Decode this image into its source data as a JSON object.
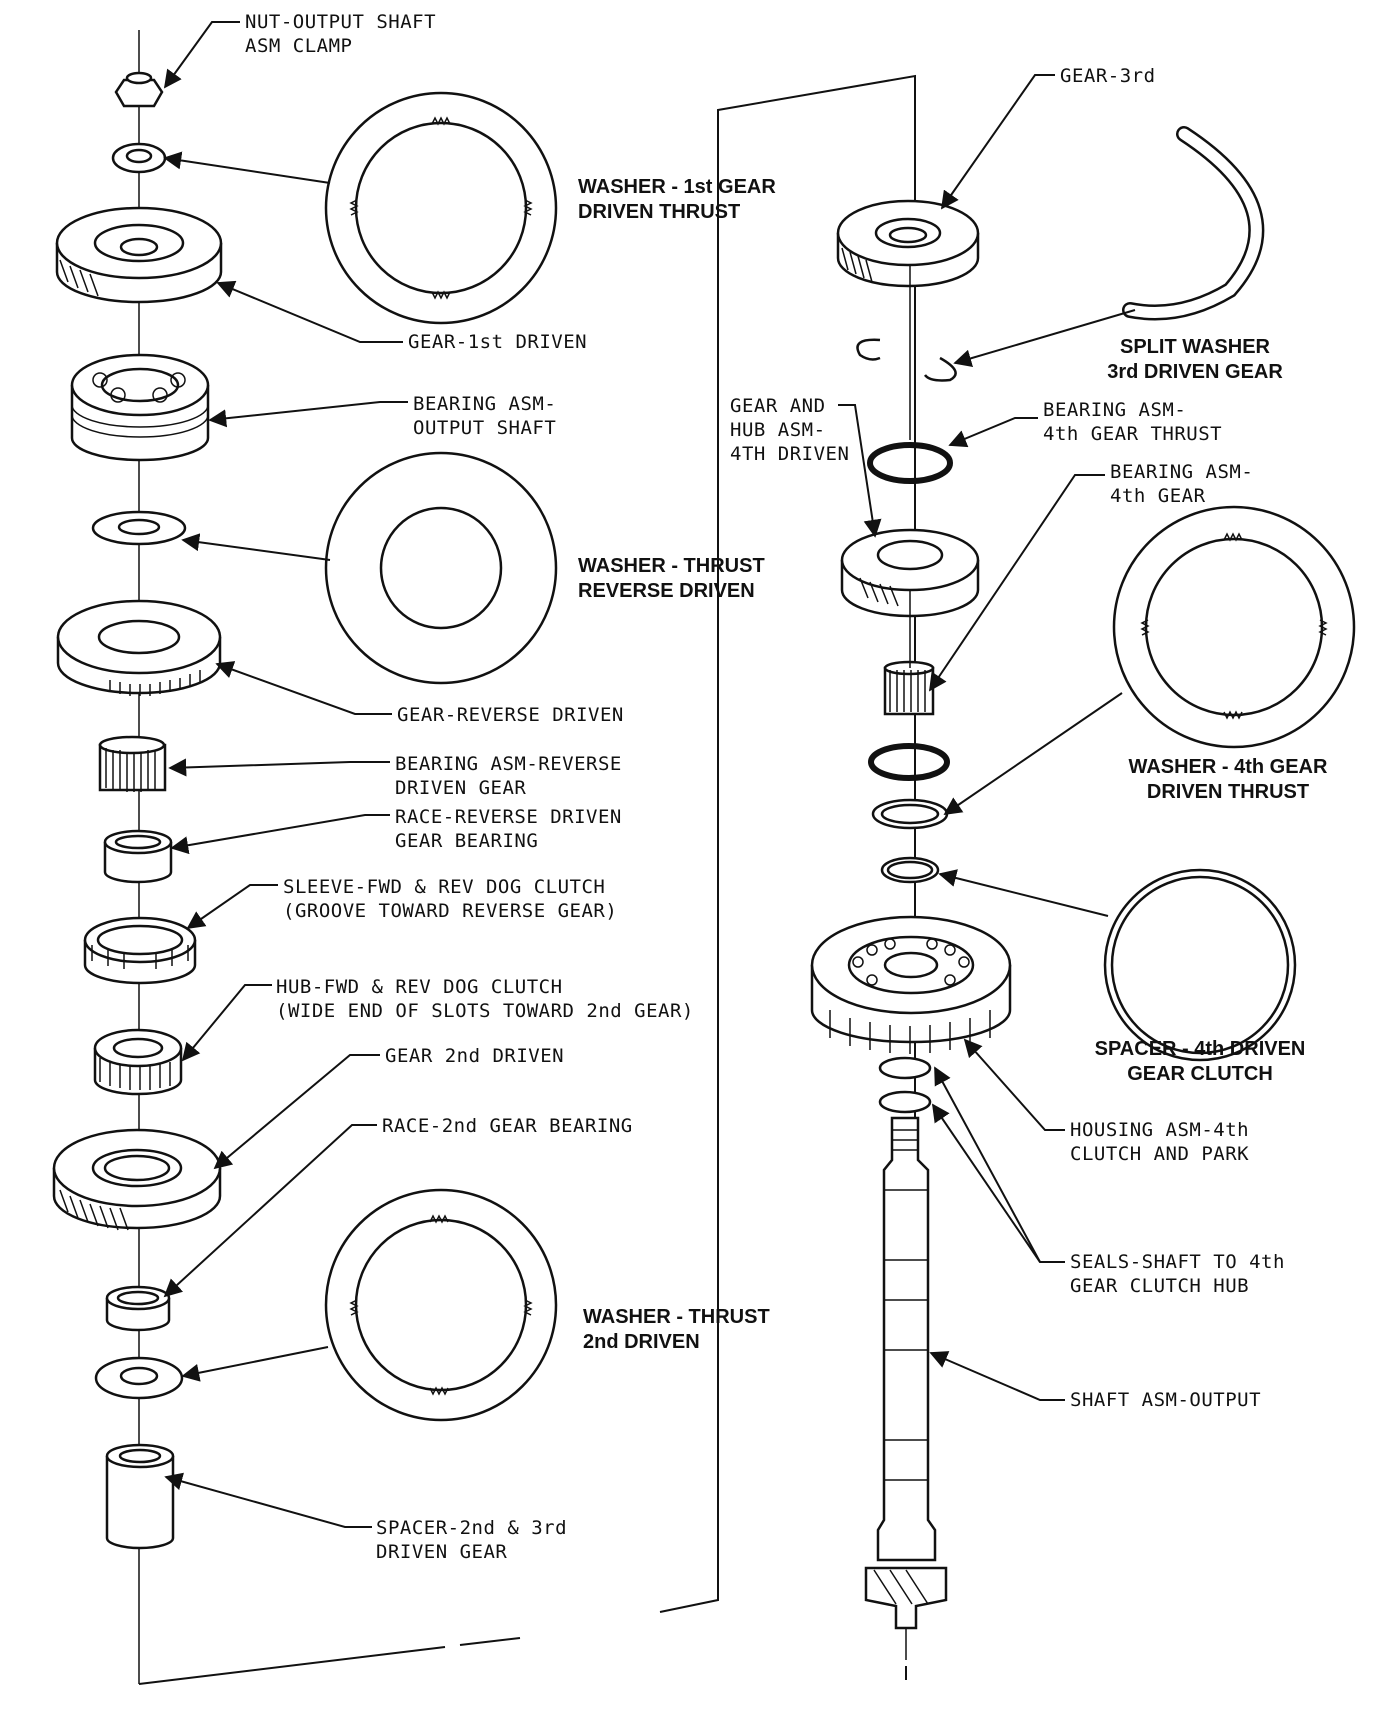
{
  "labels": {
    "nut": "NUT-OUTPUT SHAFT\nASM CLAMP",
    "gear1": "GEAR-1st DRIVEN",
    "bearing_out": "BEARING ASM-\nOUTPUT SHAFT",
    "gear_rev": "GEAR-REVERSE DRIVEN",
    "bearing_rev": "BEARING ASM-REVERSE\nDRIVEN GEAR",
    "race_rev": "RACE-REVERSE DRIVEN\nGEAR BEARING",
    "sleeve": "SLEEVE-FWD & REV DOG CLUTCH\n(GROOVE TOWARD REVERSE GEAR)",
    "hub": "HUB-FWD & REV DOG CLUTCH\n(WIDE END OF SLOTS TOWARD 2nd GEAR)",
    "gear2": "GEAR 2nd DRIVEN",
    "race2": "RACE-2nd GEAR BEARING",
    "spacer23": "SPACER-2nd & 3rd\nDRIVEN GEAR",
    "gear3": "GEAR-3rd",
    "gear_hub4": "GEAR AND\nHUB ASM-\n4TH DRIVEN",
    "bearing4_thrust": "BEARING ASM-\n4th GEAR THRUST",
    "bearing4": "BEARING ASM-\n4th GEAR",
    "housing": "HOUSING ASM-4th\nCLUTCH AND PARK",
    "seals": "SEALS-SHAFT TO 4th\nGEAR CLUTCH HUB",
    "shaft": "SHAFT ASM-OUTPUT"
  },
  "callouts": {
    "washer1": "WASHER - 1st GEAR\nDRIVEN THRUST",
    "washer_rev": "WASHER - THRUST\nREVERSE DRIVEN",
    "washer2": "WASHER - THRUST\n2nd DRIVEN",
    "split": "SPLIT WASHER\n3rd DRIVEN GEAR",
    "washer4": "WASHER - 4th GEAR\nDRIVEN THRUST",
    "spacer4": "SPACER - 4th DRIVEN\nGEAR CLUTCH"
  }
}
